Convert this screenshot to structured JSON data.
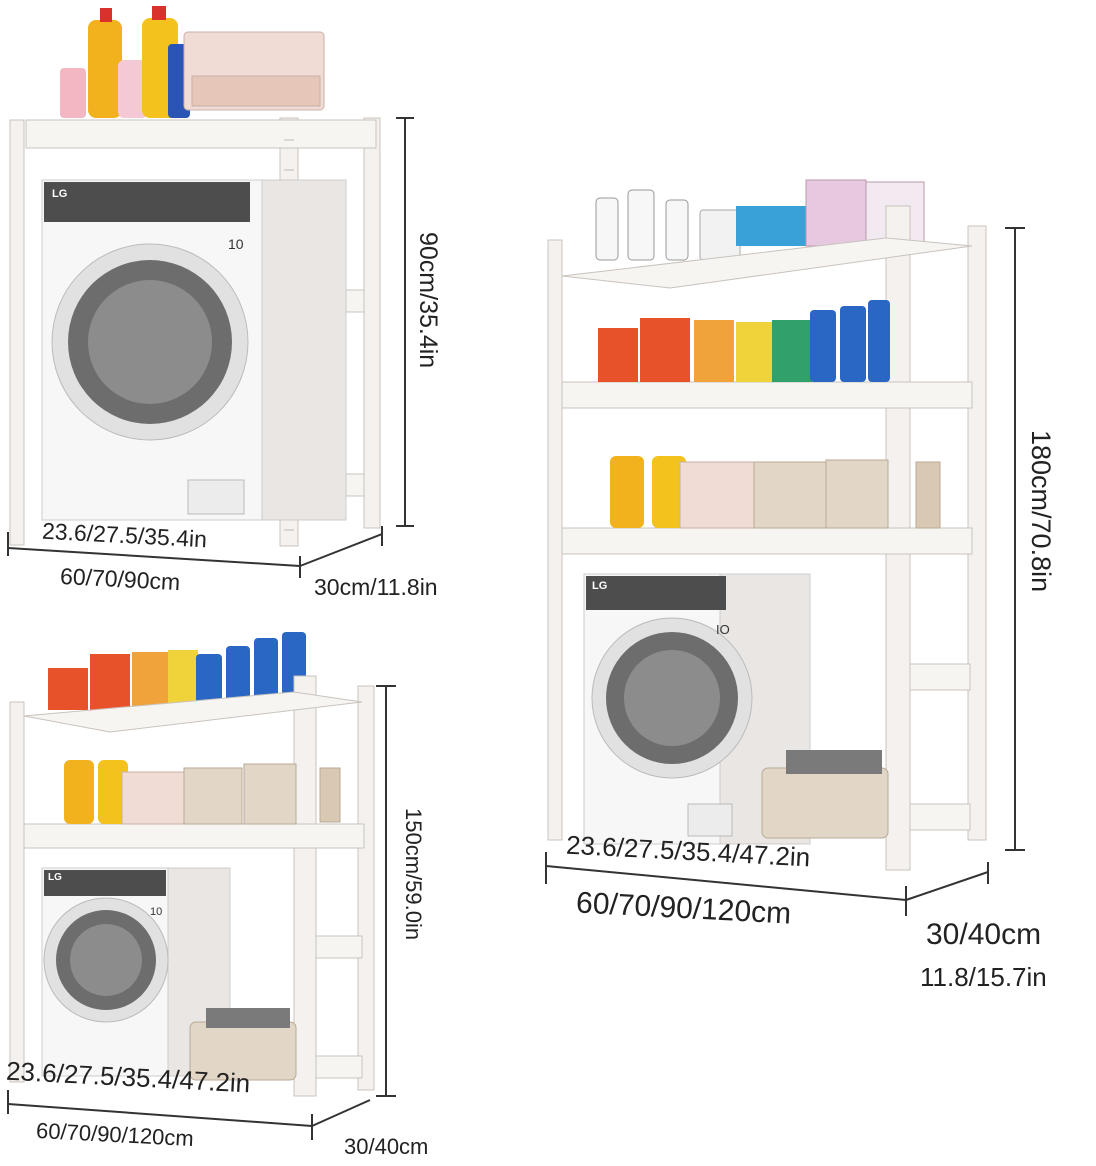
{
  "colors": {
    "frame": "#f4f1ee",
    "frame_edge": "#c9c3bd",
    "washer_body": "#f7f7f7",
    "washer_panel": "#4d4d4d",
    "door": "#6d6d6d",
    "door_glass": "#8c8c8c",
    "basket": "#e2d6c6",
    "dim_line": "#333333"
  },
  "rack_small": {
    "height_label": "90cm/35.4in",
    "width_in_label": "23.6/27.5/35.4in",
    "width_cm_label": "60/70/90cm",
    "depth_label": "30cm/11.8in",
    "washer_brand": "LG",
    "washer_badge": "10"
  },
  "rack_tall": {
    "height_label": "180cm/70.8in",
    "width_in_label": "23.6/27.5/35.4/47.2in",
    "width_cm_label": "60/70/90/120cm",
    "depth_cm_label": "30/40cm",
    "depth_in_label": "11.8/15.7in",
    "washer_brand": "LG",
    "washer_badge": "IO"
  },
  "rack_medium": {
    "height_label": "150cm/59.0in",
    "width_in_label": "23.6/27.5/35.4/47.2in",
    "width_cm_label": "60/70/90/120cm",
    "depth_label": "30/40cm",
    "washer_brand": "LG",
    "washer_badge": "10"
  }
}
